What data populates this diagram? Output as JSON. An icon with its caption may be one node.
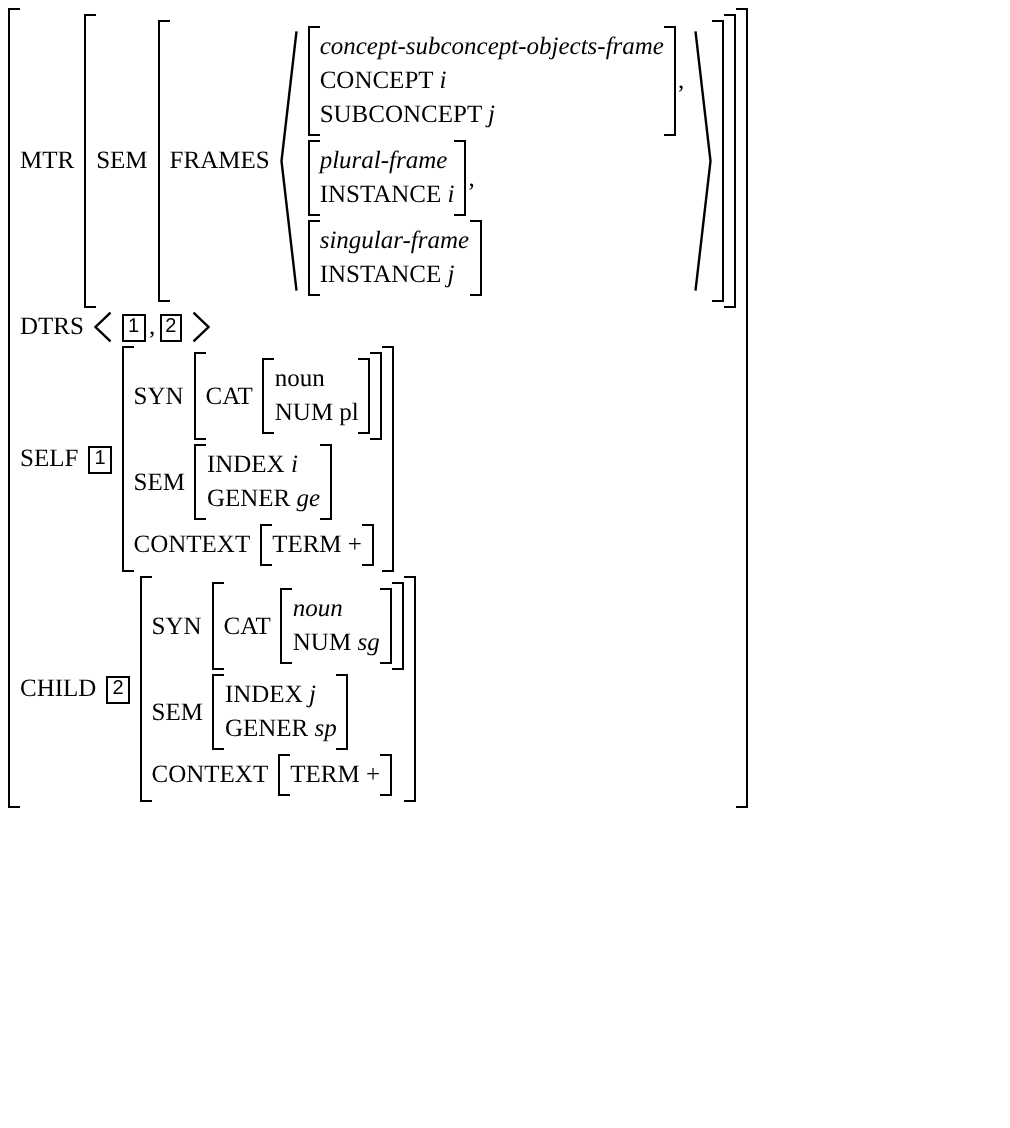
{
  "diagram": {
    "nodes": [
      {
        "text": [
          "MTR",
          "DTRS",
          "SELF",
          "CHILD"
        ]
      },
      {
        "text": [
          "SEM"
        ],
        "in": 0
      },
      {
        "text": [
          "FRAMES"
        ],
        "in": 1
      },
      {
        "text": [
          "concept-subconcept-objects-frame",
          "CONCEPT *i*",
          "SUBCONCEPT *j*"
        ],
        "in": 2,
        "beside": [
          ","
        ]
      },
      {
        "text": [
          "plural-frame",
          "INSTANCE *i*"
        ],
        "in": 2,
        "beside": [
          ","
        ]
      },
      {
        "text": [
          "singular-frame",
          "INSTANCE *j*"
        ],
        "in": 2
      },
      {
        "text": [
          "1"
        ],
        "in": 0
      },
      {
        "text": [
          "2"
        ],
        "in": 0
      },
      {
        "text": [
          "1"
        ],
        "in": 0
      },
      {
        "text": [
          "SYN",
          "SEM",
          "CONTEXT"
        ],
        "in": 0
      },
      {
        "text": [
          "CAT"
        ],
        "in": 9
      },
      {
        "text": [
          "noun",
          "NUM pl"
        ],
        "in": 10
      },
      {
        "text": [
          "INDEX *i*",
          "GENER *ge*"
        ],
        "in": 9
      },
      {
        "text": [
          "TERM +"
        ],
        "in": 9
      },
      {
        "text": [
          "2"
        ],
        "in": 0
      },
      {
        "text": [
          "SYN",
          "SEM",
          "CONTEXT"
        ],
        "in": 0
      },
      {
        "text": [
          "CAT"
        ],
        "in": 15
      },
      {
        "text": [
          "noun",
          "NUM *sg*"
        ],
        "in": 16
      },
      {
        "text": [
          "INDEX *j*",
          "GENER *sp*"
        ],
        "in": 15
      },
      {
        "text": [
          "TERM +"
        ],
        "in": 15
      }
    ],
    "labels": [
      ","
    ]
  }
}
